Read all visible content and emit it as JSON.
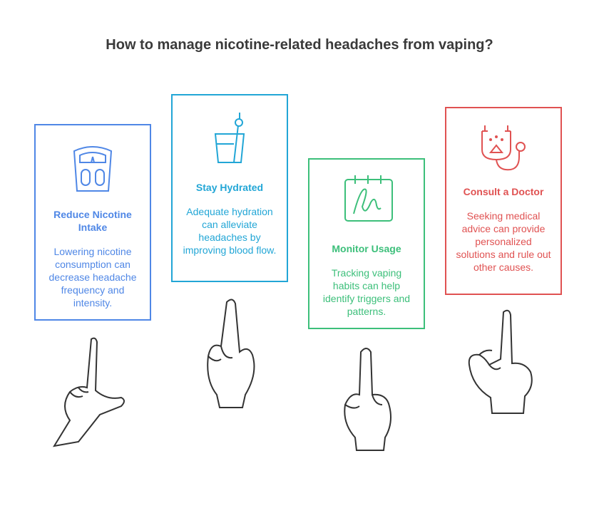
{
  "title": "How to manage nicotine-related headaches from vaping?",
  "cards": [
    {
      "heading": "Reduce Nicotine Intake",
      "text": "Lowering nicotine consumption can decrease headache frequency and intensity.",
      "icon": "scale-icon",
      "color": "#4F87E6"
    },
    {
      "heading": "Stay Hydrated",
      "text": "Adequate hydration can alleviate headaches by improving blood flow.",
      "icon": "glass-icon",
      "color": "#22A6D6"
    },
    {
      "heading": "Monitor Usage",
      "text": "Tracking vaping habits can help identify triggers and patterns.",
      "icon": "calendar-icon",
      "color": "#3CBF7A"
    },
    {
      "heading": "Consult a Doctor",
      "text": "Seeking medical advice can provide personalized solutions and rule out other causes.",
      "icon": "stethoscope-icon",
      "color": "#E05252"
    }
  ]
}
